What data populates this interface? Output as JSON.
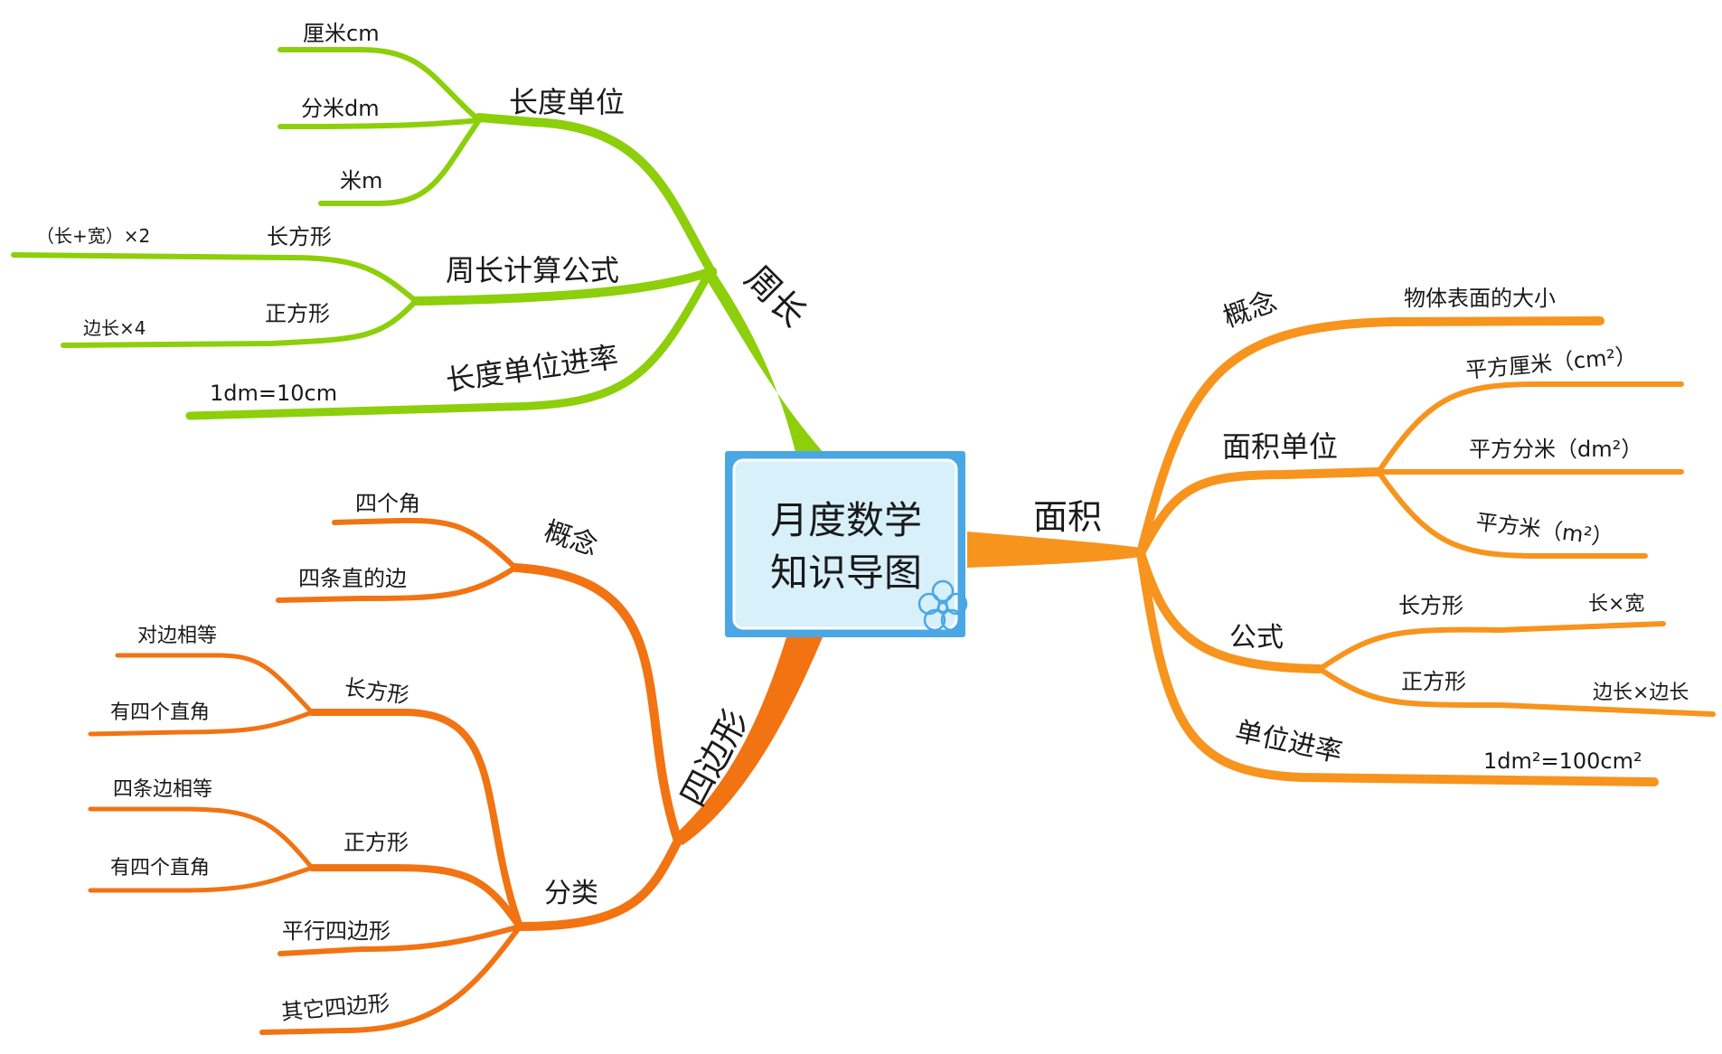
{
  "colors": {
    "perimeter": "#8ccf0a",
    "quadrilateral": "#f27312",
    "area": "#f7941d",
    "center_border": "#4aa7e6",
    "center_fill": "#d7f0fa"
  },
  "center": {
    "line1": "月度数学",
    "line2": "知识导图",
    "decoration_icon": "flower-icon"
  },
  "perimeter": {
    "label": "周长",
    "length_units": {
      "label": "长度单位",
      "items": [
        "厘米cm",
        "分米dm",
        "米m"
      ]
    },
    "formula": {
      "label": "周长计算公式",
      "rectangle": {
        "label": "长方形",
        "value": "（长+宽）×2"
      },
      "square": {
        "label": "正方形",
        "value": "边长×4"
      }
    },
    "conversion": {
      "label": "长度单位进率",
      "value": "1dm=10cm"
    }
  },
  "quadrilateral": {
    "label": "四边形",
    "concept": {
      "label": "概念",
      "items": [
        "四个角",
        "四条直的边"
      ]
    },
    "classification": {
      "label": "分类",
      "rectangle": {
        "label": "长方形",
        "items": [
          "对边相等",
          "有四个直角"
        ]
      },
      "square": {
        "label": "正方形",
        "items": [
          "四条边相等",
          "有四个直角"
        ]
      },
      "parallelogram": "平行四边形",
      "other": "其它四边形"
    }
  },
  "area": {
    "label": "面积",
    "concept": {
      "label": "概念",
      "value": "物体表面的大小"
    },
    "units": {
      "label": "面积单位",
      "items": [
        "平方厘米（cm²）",
        "平方分米（dm²）",
        "平方米（m²）"
      ]
    },
    "formula": {
      "label": "公式",
      "rectangle": {
        "label": "长方形",
        "value": "长×宽"
      },
      "square": {
        "label": "正方形",
        "value": "边长×边长"
      }
    },
    "conversion": {
      "label": "单位进率",
      "value": "1dm²=100cm²"
    }
  }
}
